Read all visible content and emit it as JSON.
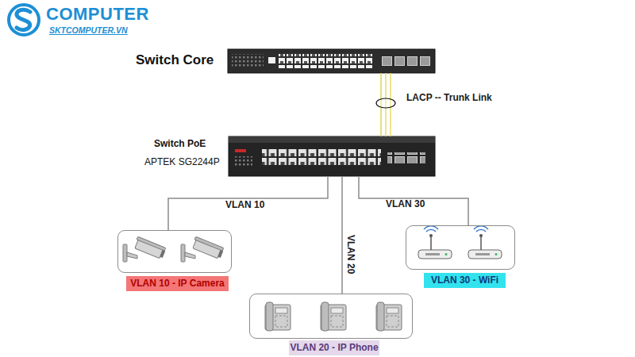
{
  "diagram": {
    "nodes": [
      {
        "text": [
          "Switch Core"
        ]
      },
      {
        "text": [
          "Switch PoE",
          "APTEK SG2244P"
        ]
      },
      {
        "text": [
          "VLAN 10 - IP Camera"
        ]
      },
      {
        "text": [
          "VLAN 20 - IP Phone"
        ]
      },
      {
        "text": [
          "VLAN 30 - WiFi"
        ]
      }
    ],
    "edges": [
      {
        "from": 0,
        "to": 1,
        "arrow": "none",
        "label": "LACP -- Trunk Link"
      },
      {
        "from": 1,
        "to": 2,
        "arrow": "none",
        "label": "VLAN 10"
      },
      {
        "from": 1,
        "to": 3,
        "arrow": "none",
        "label": "VLAN 20"
      },
      {
        "from": 1,
        "to": 4,
        "arrow": "none",
        "label": "VLAN 30"
      }
    ],
    "labels": [
      "COMPUTER",
      "SKTCOMPUTER.VN"
    ]
  }
}
